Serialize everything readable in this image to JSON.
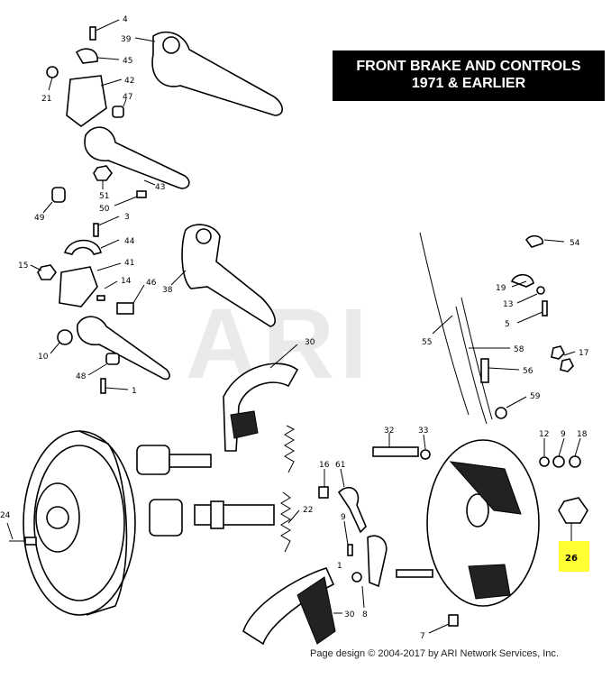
{
  "title": {
    "line1": "FRONT BRAKE AND CONTROLS",
    "line2": "1971 & EARLIER"
  },
  "watermark": "ARI",
  "copyright": "Page design © 2004-2017 by ARI Network Services, Inc.",
  "highlight_color": "#ffff33",
  "callouts": {
    "c4": "4",
    "c39": "39",
    "c45": "45",
    "c21": "21",
    "c42": "42",
    "c47": "47",
    "c43": "43",
    "c51": "51",
    "c50": "50",
    "c49": "49",
    "c3": "3",
    "c44": "44",
    "c15": "15",
    "c41": "41",
    "c14": "14",
    "c46": "46",
    "c38": "38",
    "c10": "10",
    "c48": "48",
    "c1": "1",
    "c30a": "30",
    "c54": "54",
    "c19": "19",
    "c13": "13",
    "c5": "5",
    "c55": "55",
    "c58": "58",
    "c17": "17",
    "c56": "56",
    "c59": "59",
    "c32": "32",
    "c33": "33",
    "c12": "12",
    "c9a": "9",
    "c18": "18",
    "c16": "16",
    "c61": "61",
    "c22": "22",
    "c9b": "9",
    "c1b": "1",
    "c8": "8",
    "c24": "24",
    "c26": "26",
    "c30b": "30",
    "c7": "7"
  }
}
